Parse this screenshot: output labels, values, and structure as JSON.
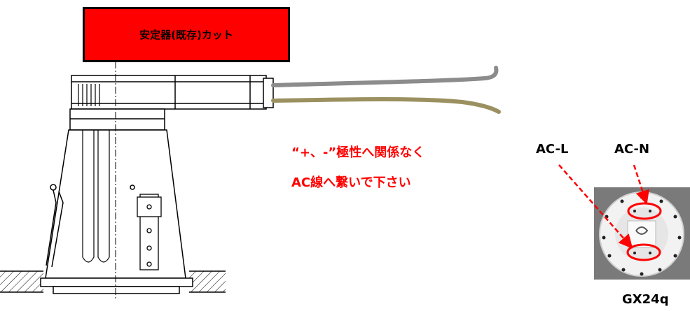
{
  "banner": {
    "label": "安定器(既存)カット"
  },
  "note": {
    "line1": "“+、-”極性へ関係なく",
    "line2": "AC線へ繋いで下さい"
  },
  "socket": {
    "ac_l": "AC-L",
    "ac_n": "AC-N",
    "type": "GX24q"
  },
  "colors": {
    "banner_fill": "#ff0000",
    "note_text": "#ff0000",
    "wire_gray": "#8c8c8c",
    "wire_olive": "#9b9060",
    "highlight": "#ff0000",
    "photo_bg": "#7a7a7a"
  }
}
